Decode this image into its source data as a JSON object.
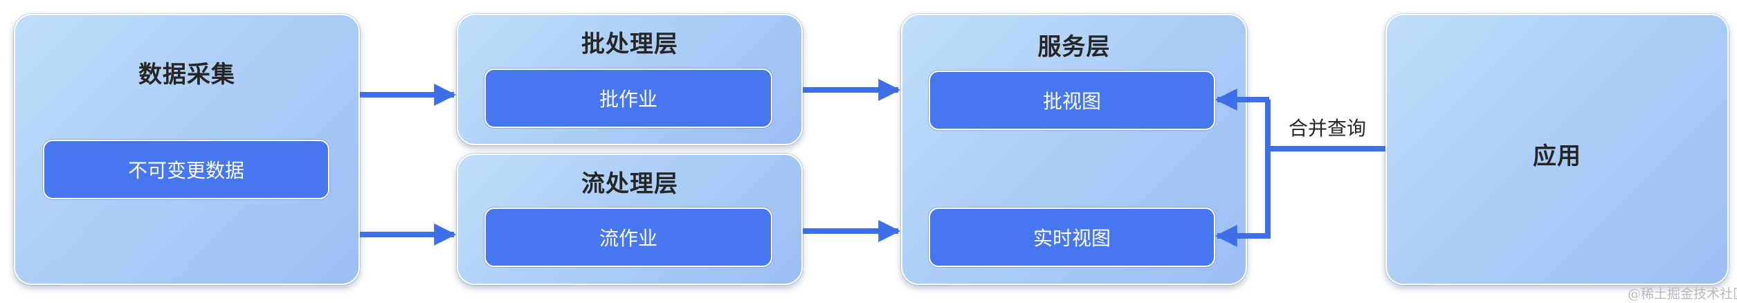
{
  "nodes": {
    "data_collection": {
      "title": "数据采集",
      "inner": "不可变更数据"
    },
    "batch_layer": {
      "title": "批处理层",
      "inner": "批作业"
    },
    "stream_layer": {
      "title": "流处理层",
      "inner": "流作业"
    },
    "serving_layer": {
      "title": "服务层",
      "batch_view": "批视图",
      "realtime_view": "实时视图"
    },
    "application": {
      "title": "应用"
    }
  },
  "edges": {
    "merge_query_label": "合并查询"
  },
  "colors": {
    "panel_fill": "#a9ccf6",
    "inner_box": "#4677ee",
    "arrow": "#3f6fe8"
  },
  "watermark": "@稀土掘金技术社区"
}
